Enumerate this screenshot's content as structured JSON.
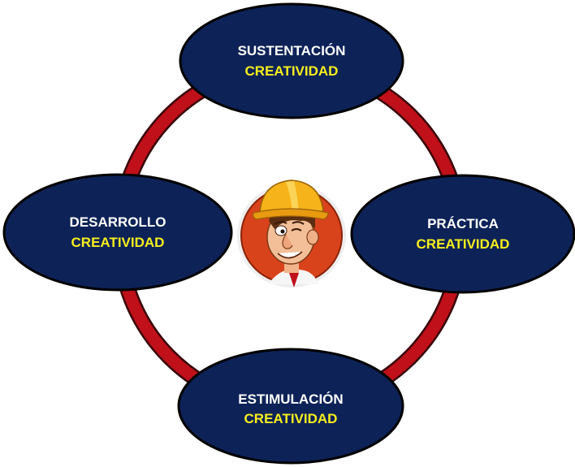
{
  "colors": {
    "ring": "#c0101a",
    "ring_edge": "#3a0508",
    "node_fill": "#0d2257",
    "node_edge": "#000000",
    "title_text": "#ffffff",
    "sub_text": "#f7ee1d",
    "mascot_bg": "#d9431c",
    "mascot_frame": "#eeeeee"
  },
  "nodes": {
    "top": {
      "title": "SUSTENTACIÓN",
      "sub": "CREATIVIDAD"
    },
    "right": {
      "title": "PRÁCTICA",
      "sub": "CREATIVIDAD"
    },
    "bottom": {
      "title": "ESTIMULACIÓN",
      "sub": "CREATIVIDAD"
    },
    "left": {
      "title": "DESARROLLO",
      "sub": "CREATIVIDAD"
    }
  },
  "center": {
    "icon": "worker-mascot-icon"
  }
}
